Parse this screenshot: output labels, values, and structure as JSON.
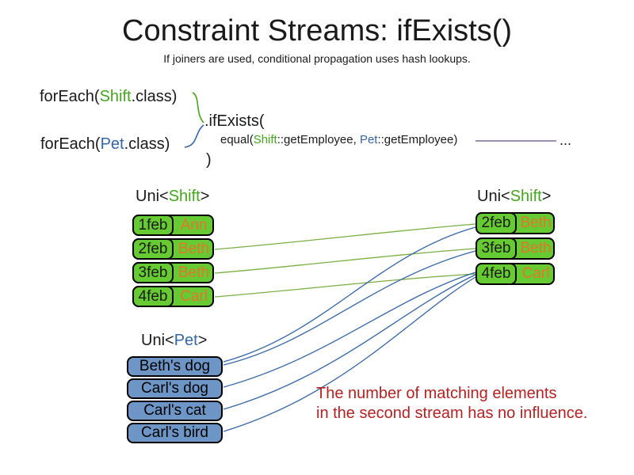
{
  "title": "Constraint Streams: ifExists()",
  "subtitle": "If joiners are used, conditional propagation uses hash lookups.",
  "code": {
    "foreach_shift": {
      "prefix": "forEach(",
      "type": "Shift",
      "suffix": ".class)"
    },
    "foreach_pet": {
      "prefix": "forEach(",
      "type": "Pet",
      "suffix": ".class)"
    },
    "if_exists": ".ifExists(",
    "equal": {
      "prefix": "equal(",
      "shift": "Shift",
      "mid": "::getEmployee, ",
      "pet": "Pet",
      "suffix": "::getEmployee)"
    },
    "ellipsis": "...",
    "close_paren": ")"
  },
  "labels": {
    "left_shift": {
      "prefix": "Uni<",
      "type": "Shift",
      "suffix": ">"
    },
    "right_shift": {
      "prefix": "Uni<",
      "type": "Shift",
      "suffix": ">"
    },
    "pet": {
      "prefix": "Uni<",
      "type": "Pet",
      "suffix": ">"
    }
  },
  "left_shift_rows": [
    {
      "date": "1feb",
      "name": "Ann"
    },
    {
      "date": "2feb",
      "name": "Beth"
    },
    {
      "date": "3feb",
      "name": "Beth"
    },
    {
      "date": "4feb",
      "name": "Carl"
    }
  ],
  "right_shift_rows": [
    {
      "date": "2feb",
      "name": "Beth"
    },
    {
      "date": "3feb",
      "name": "Beth"
    },
    {
      "date": "4feb",
      "name": "Carl"
    }
  ],
  "pet_rows": [
    {
      "label": "Beth's dog"
    },
    {
      "label": "Carl's dog"
    },
    {
      "label": "Carl's cat"
    },
    {
      "label": "Carl's bird"
    }
  ],
  "note": {
    "line1": "The number of matching elements",
    "line2": "in the second stream has no influence."
  },
  "connections": {
    "shift_to_shift": [
      {
        "from": "2feb Beth",
        "to": "2feb Beth"
      },
      {
        "from": "3feb Beth",
        "to": "3feb Beth"
      },
      {
        "from": "4feb Carl",
        "to": "4feb Carl"
      }
    ],
    "pet_to_shift": [
      {
        "from": "Beth's dog",
        "to": "2feb Beth"
      },
      {
        "from": "Beth's dog",
        "to": "3feb Beth"
      },
      {
        "from": "Carl's dog",
        "to": "4feb Carl"
      },
      {
        "from": "Carl's cat",
        "to": "4feb Carl"
      },
      {
        "from": "Carl's bird",
        "to": "4feb Carl"
      }
    ]
  },
  "colors": {
    "cell_green": "#66CB32",
    "cell_blue": "#6D95C6",
    "type_green": "#45A41E",
    "type_blue": "#3465A4",
    "name_orange": "#E2762D",
    "note_red": "#B22222",
    "line_green": "#79AF41",
    "line_blue": "#3465A4",
    "line_purple": "#7B6A98"
  }
}
